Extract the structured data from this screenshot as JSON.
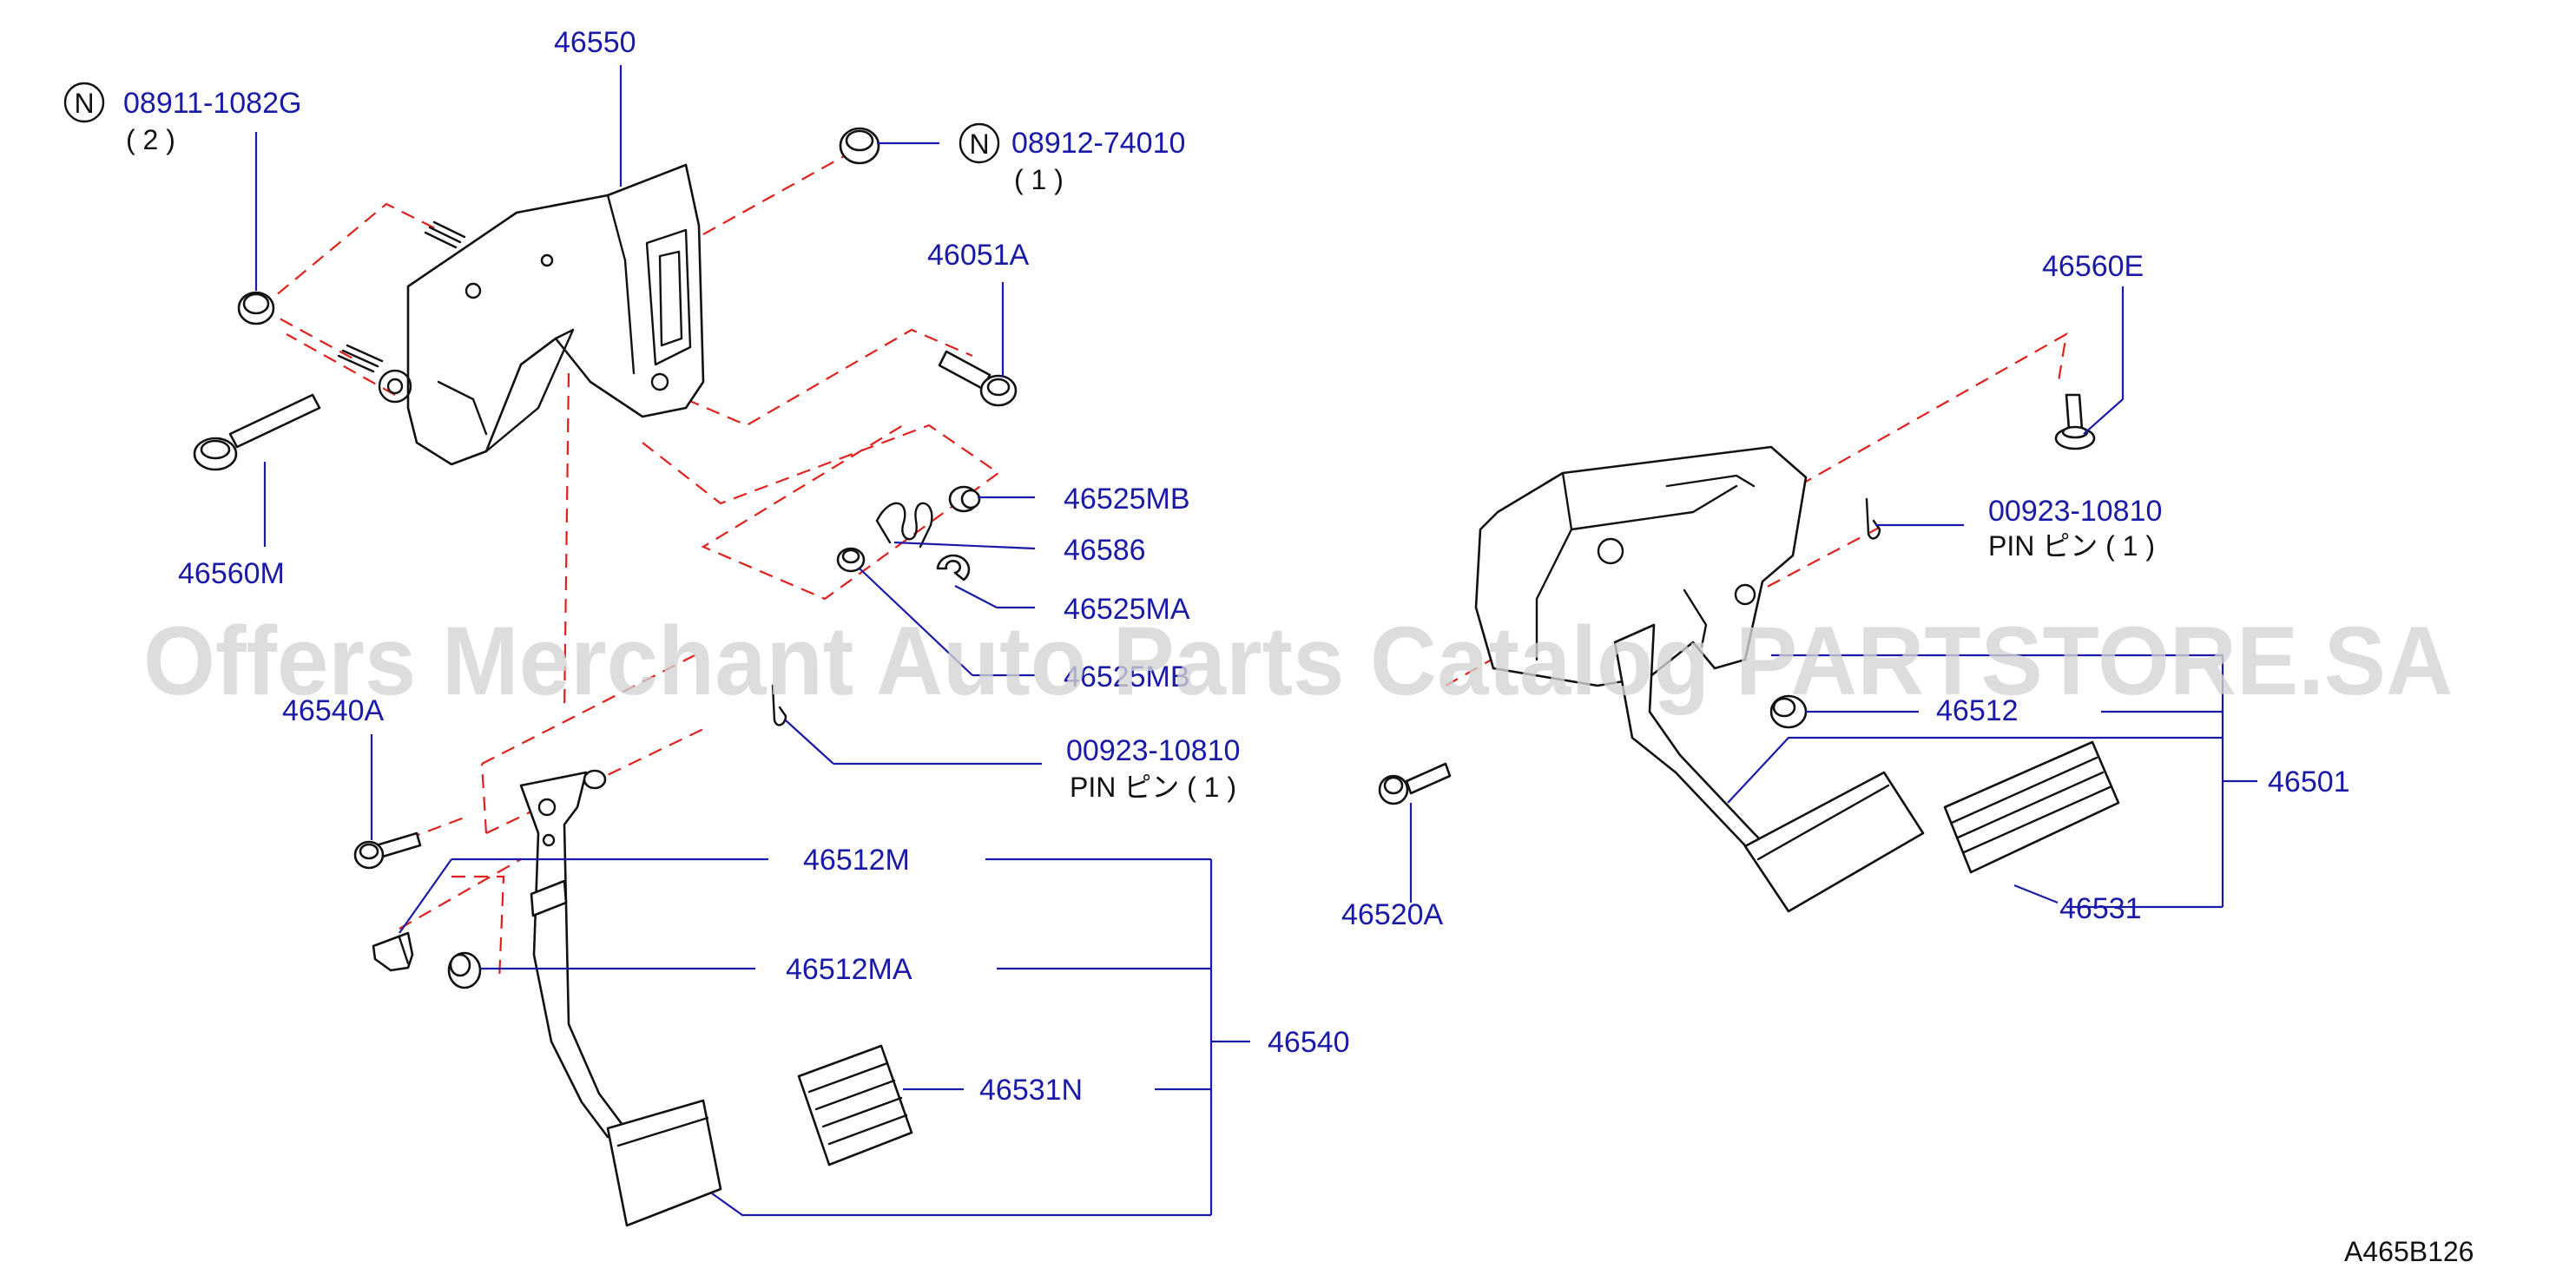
{
  "diagram": {
    "reference_code": "A465B126",
    "watermark": "Offers Merchant Auto Parts Catalog PARTSTORE.SA",
    "colors": {
      "part_number": "#1a1aa8",
      "guide_dash": "#e0201a",
      "outline": "#111111"
    },
    "parts": {
      "p46550": "46550",
      "p08911": "08911-1082G",
      "p08911_qty": "( 2   )",
      "p08912": "08912-74010",
      "p08912_qty": "( 1    )",
      "p46051A": "46051A",
      "p46560M": "46560M",
      "p46525MB": "46525MB",
      "p46586": "46586",
      "p46525MA": "46525MA",
      "p46525MB_hidden": "46525MB",
      "p46540A": "46540A",
      "pin_left": "00923-10810",
      "pin_left_text": "PIN      ピン ( 1    )",
      "p46512M": "46512M",
      "p46512MA": "46512MA",
      "p46540": "46540",
      "p46531N": "46531N",
      "p46560E": "46560E",
      "pin_right": "00923-10810",
      "pin_right_text": "PIN      ピン ( 1    )",
      "p46512": "46512",
      "p46501": "46501",
      "p46520A": "46520A",
      "p46531": "46531"
    },
    "nut_symbol": "N"
  }
}
